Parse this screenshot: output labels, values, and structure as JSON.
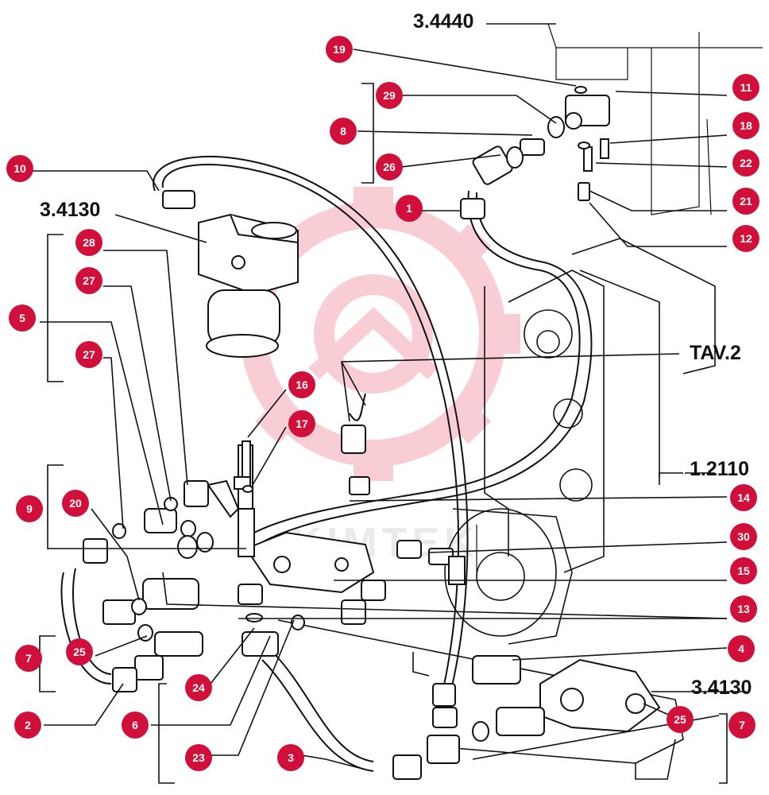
{
  "colors": {
    "badge": "#d0103a",
    "badge_text": "#ffffff",
    "ink": "#111111",
    "watermark": "#f6c9cf"
  },
  "references": {
    "r3440": "3.4440",
    "r4130_top": "3.4130",
    "tav2": "TAV.2",
    "r1210": "1.2110",
    "r4130_bottom": "3.4130"
  },
  "watermark": {
    "icon": "gear-logo-icon",
    "text": "KIMTEK"
  },
  "callouts": {
    "c19": "19",
    "c29": "29",
    "c8": "8",
    "c26": "26",
    "c11": "11",
    "c18": "18",
    "c22": "22",
    "c21": "21",
    "c12": "12",
    "c1": "1",
    "c10": "10",
    "c28": "28",
    "c27a": "27",
    "c5": "5",
    "c27b": "27",
    "c16": "16",
    "c17": "17",
    "c9": "9",
    "c20": "20",
    "c14": "14",
    "c30": "30",
    "c15": "15",
    "c13": "13",
    "c25a": "25",
    "c7a": "7",
    "c4": "4",
    "c24": "24",
    "c2": "2",
    "c6": "6",
    "c25b": "25",
    "c7b": "7",
    "c23": "23",
    "c3": "3"
  }
}
